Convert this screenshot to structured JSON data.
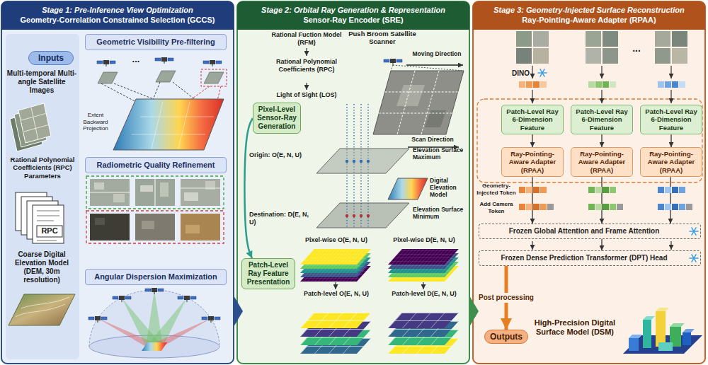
{
  "diagram": {
    "nodes": [
      {
        "text": [
          "Stage 1: Pre-Inference View Optimization",
          "Geometry-Correlation Constrained Selection (GCCS)"
        ]
      },
      {
        "text": [
          "Inputs"
        ],
        "in": 0
      },
      {
        "text": [
          "Geometric Visibility Pre-filtering"
        ],
        "in": 0
      },
      {
        "text": [
          "Radiometric Quality Refinement"
        ],
        "in": 0
      },
      {
        "text": [
          "Angular Dispersion Maximization"
        ],
        "in": 0
      },
      {
        "text": [
          "Stage 2: Orbital Ray Generation & Representation",
          "Sensor-Ray Encoder (SRE)"
        ]
      },
      {
        "text": [
          "Pixel-Level Sensor-Ray Generation"
        ],
        "in": 5
      },
      {
        "text": [
          "Patch-Level Ray Feature Presentation"
        ],
        "in": 5
      },
      {
        "text": [
          "Stage 3: Geometry-Injected Surface Reconstruction",
          "Ray-Pointing-Aware Adapter (RPAA)"
        ]
      },
      {
        "text": [
          "Patch-Level Ray 6-Dimension Feature"
        ],
        "in": 8
      },
      {
        "text": [
          "Patch-Level Ray 6-Dimension Feature"
        ],
        "in": 8
      },
      {
        "text": [
          "Patch-Level Ray 6-Dimension Feature"
        ],
        "in": 8
      },
      {
        "text": [
          "Ray-Pointing-Aware Adapter (RPAA)"
        ],
        "in": 8
      },
      {
        "text": [
          "Ray-Pointing-Aware Adapter (RPAA)"
        ],
        "in": 8
      },
      {
        "text": [
          "Ray-Pointing-Aware Adapter (RPAA)"
        ],
        "in": 8
      },
      {
        "text": [
          "Frozen Global Attention and Frame Attention"
        ],
        "in": 8
      },
      {
        "text": [
          "Frozen Dense Prediction Transformer (DPT) Head"
        ],
        "in": 8
      },
      {
        "text": [
          "Outputs"
        ],
        "in": 8
      }
    ],
    "edges": [
      {
        "from": 6,
        "to": 7,
        "arrow": "to"
      },
      {
        "from": 9,
        "to": 12,
        "arrow": "to"
      },
      {
        "from": 10,
        "to": 13,
        "arrow": "to"
      },
      {
        "from": 11,
        "to": 14,
        "arrow": "to"
      },
      {
        "from": 12,
        "to": 15,
        "arrow": "to"
      },
      {
        "from": 13,
        "to": 15,
        "arrow": "to"
      },
      {
        "from": 14,
        "to": 15,
        "arrow": "to"
      },
      {
        "from": 15,
        "to": 16,
        "arrow": "to"
      },
      {
        "from": 16,
        "to": 17,
        "label": "Post processing",
        "arrow": "to"
      }
    ],
    "labels": [
      "Multi-temporal Multi-angle Satellite Images",
      "Rational Polynomial Coefficients (RPC) Parameters",
      "RPC",
      "Coarse Digital Elevation Model (DEM, 30m resolution)",
      "...",
      "Extent Backward Projection",
      "Rational Fuction Model (RFM)",
      "Rational Polynomial Coefficients (RPC)",
      "Light of Sight (LOS)",
      "Push Broom Satellite Scanner",
      "Moving Direction",
      "Scan Direction",
      "Origin: O(E, N, U)",
      "Elevation Surface Maximum",
      "Digital Elevation Model",
      "Destination: D(E, N, U)",
      "Elevation Surface Minimum",
      "Pixel-wise O(E, N, U)",
      "Pixel-wise D(E, N, U)",
      "Patch-level O(E, N, U)",
      "Patch-level D(E, N, U)",
      "...",
      "DINO",
      "Geometry-Injected Token",
      "Add Camera Token",
      "High-Precision Digital Surface Model (DSM)"
    ]
  }
}
